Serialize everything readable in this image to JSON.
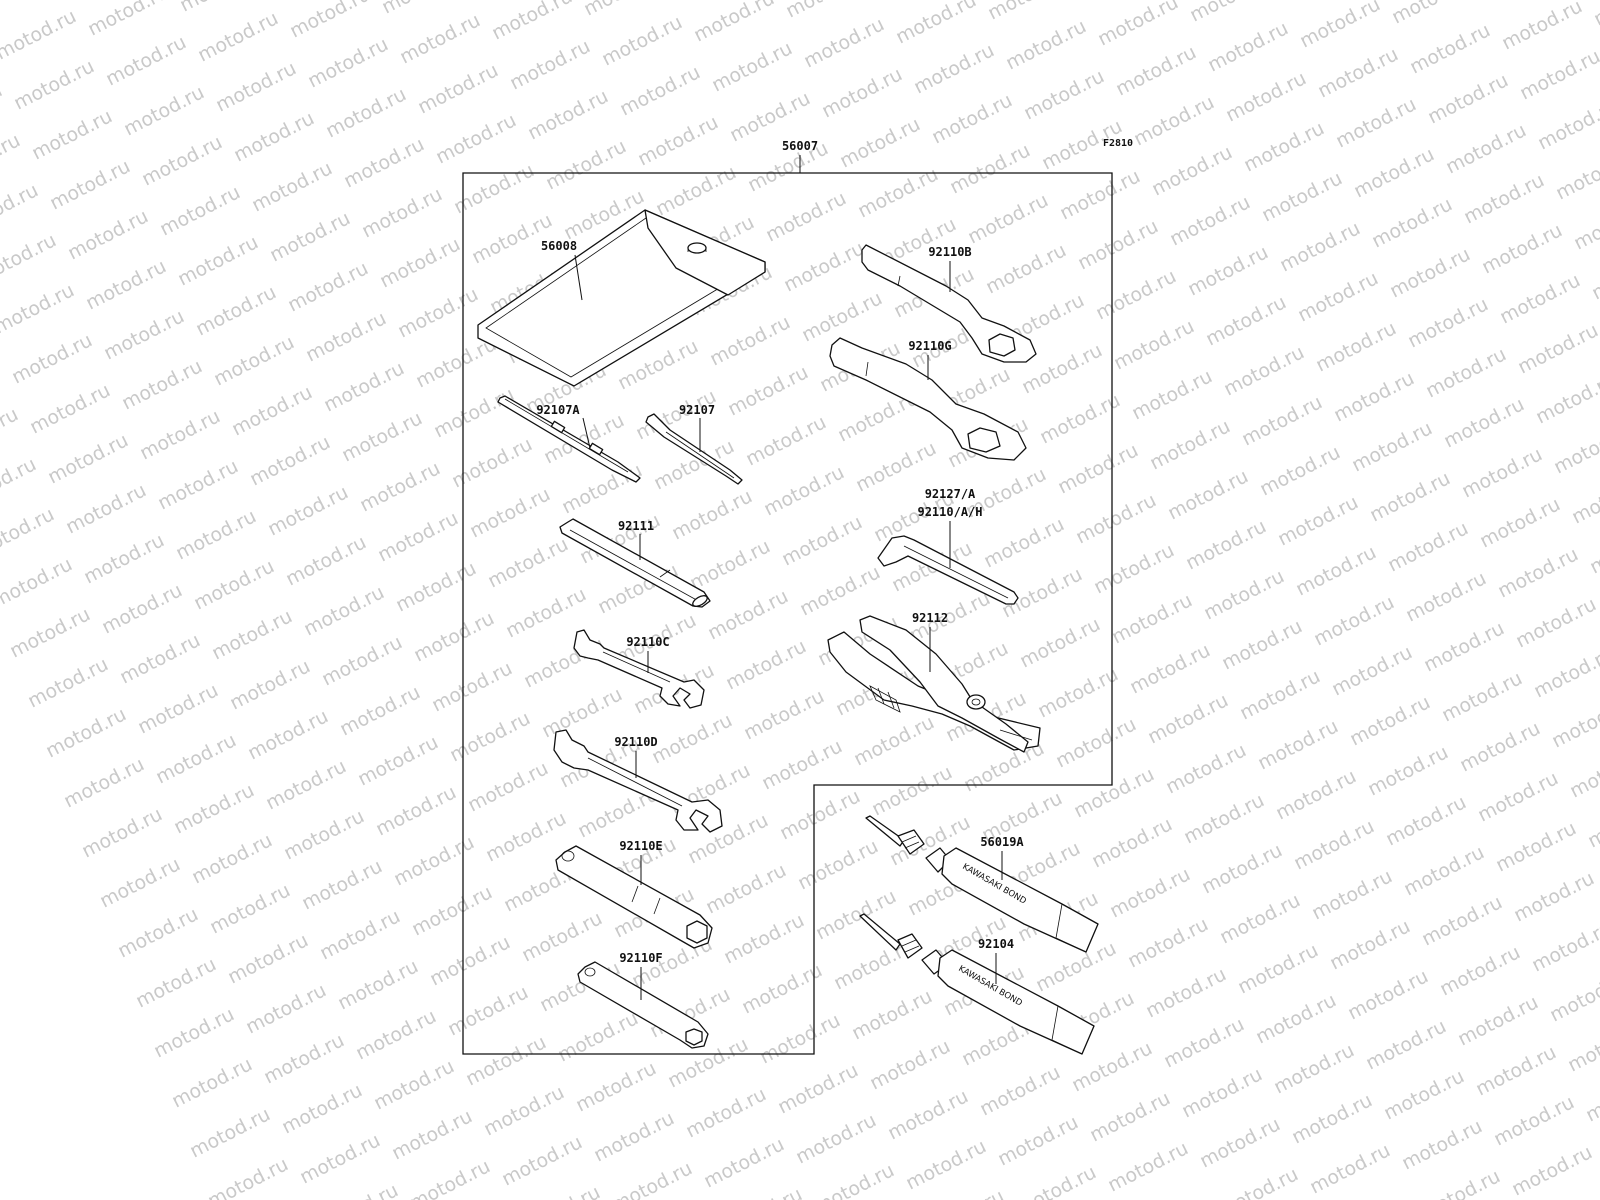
{
  "figure_code": "F2810",
  "watermark": "motod.ru",
  "kit": {
    "part_number": "56007",
    "parts": [
      {
        "id": "pouch",
        "part_number": "56008"
      },
      {
        "id": "screwdriver-a",
        "part_number": "92107A"
      },
      {
        "id": "screwdriver",
        "part_number": "92107"
      },
      {
        "id": "handle",
        "part_number": "92111"
      },
      {
        "id": "wrench-c",
        "part_number": "92110C"
      },
      {
        "id": "wrench-d",
        "part_number": "92110D"
      },
      {
        "id": "socket-e",
        "part_number": "92110E"
      },
      {
        "id": "socket-f",
        "part_number": "92110F"
      },
      {
        "id": "ring-wrench-b",
        "part_number": "92110B"
      },
      {
        "id": "ring-wrench-g",
        "part_number": "92110G"
      },
      {
        "id": "hex-key",
        "part_number": "92127/A",
        "part_number_2": "92110/A/H"
      },
      {
        "id": "pliers",
        "part_number": "92112"
      }
    ]
  },
  "extras": [
    {
      "id": "bond-a",
      "part_number": "56019A",
      "tube_text": "KAWASAKI BOND"
    },
    {
      "id": "bond",
      "part_number": "92104",
      "tube_text": "KAWASAKI BOND"
    }
  ]
}
